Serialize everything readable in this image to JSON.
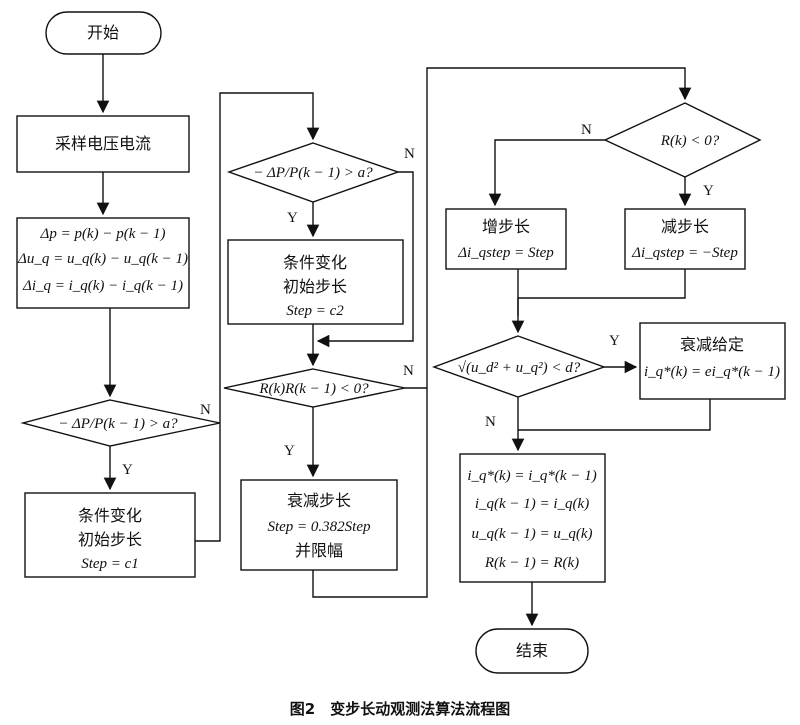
{
  "nodes": {
    "start": "开始",
    "sample": "采样电压电流",
    "calc": [
      "Δp = p(k) − p(k − 1)",
      "Δu_q = u_q(k) − u_q(k − 1)",
      "Δi_q = i_q(k) − i_q(k − 1)"
    ],
    "dec1": "− ΔP/P(k − 1) > a?",
    "init1": [
      "条件变化",
      "初始步长",
      "Step = c1"
    ],
    "dec2": "− ΔP/P(k − 1) > a?",
    "init2": [
      "条件变化",
      "初始步长",
      "Step = c2"
    ],
    "dec3": "R(k)R(k − 1) < 0?",
    "decay": [
      "衰减步长",
      "Step = 0.382Step",
      "并限幅"
    ],
    "dec4": "R(k) < 0?",
    "inc": [
      "增步长",
      "Δi_qstep = Step"
    ],
    "dec": [
      "减步长",
      "Δi_qstep = −Step"
    ],
    "dec5": "√(u_d² + u_q²) < d?",
    "decaygiven": [
      "衰减给定",
      "i_q*(k) = ei_q*(k − 1)"
    ],
    "update": [
      "i_q*(k) = i_q*(k − 1)",
      "i_q(k − 1) = i_q(k)",
      "u_q(k − 1) = u_q(k)",
      "R(k − 1) = R(k)"
    ],
    "end": "结束"
  },
  "labels": {
    "yes": "Y",
    "no": "N"
  },
  "caption": "图2　变步长动观测法算法流程图"
}
